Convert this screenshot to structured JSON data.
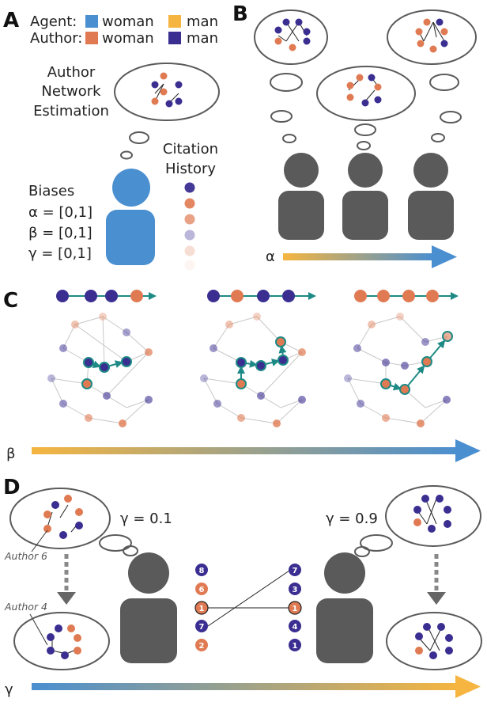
{
  "colors": {
    "agent_woman": "#4a8fd0",
    "agent_man": "#f5b540",
    "author_woman": "#e07a52",
    "author_man": "#3a2e91",
    "person": "#5a5a5a",
    "teal": "#1e8a86",
    "ellipse_stroke": "#5a5a5a"
  },
  "panelA": {
    "letter": "A",
    "legend": {
      "agent_label": "Agent:",
      "author_label": "Author:",
      "woman": "woman",
      "man": "man"
    },
    "network_title": [
      "Author",
      "Network",
      "Estimation"
    ],
    "citation_title": [
      "Citation",
      "History"
    ],
    "biases_title": "Biases",
    "biases": [
      "α = [0,1]",
      "β = [0,1]",
      "γ = [0,1]"
    ]
  },
  "panelB": {
    "letter": "B",
    "axis_symbol": "α"
  },
  "panelC": {
    "letter": "C",
    "axis_symbol": "β"
  },
  "panelD": {
    "letter": "D",
    "gamma_left": "γ = 0.1",
    "gamma_right": "γ = 0.9",
    "author6": "Author 6",
    "author4": "Author 4",
    "axis_symbol": "γ",
    "left_list": [
      {
        "n": "8",
        "kind": "man"
      },
      {
        "n": "6",
        "kind": "woman"
      },
      {
        "n": "1",
        "kind": "woman_outlined"
      },
      {
        "n": "7",
        "kind": "man"
      },
      {
        "n": "2",
        "kind": "woman"
      }
    ],
    "right_list": [
      {
        "n": "7",
        "kind": "man"
      },
      {
        "n": "3",
        "kind": "man"
      },
      {
        "n": "1",
        "kind": "woman_outlined"
      },
      {
        "n": "4",
        "kind": "man"
      },
      {
        "n": "1",
        "kind": "man"
      }
    ]
  }
}
